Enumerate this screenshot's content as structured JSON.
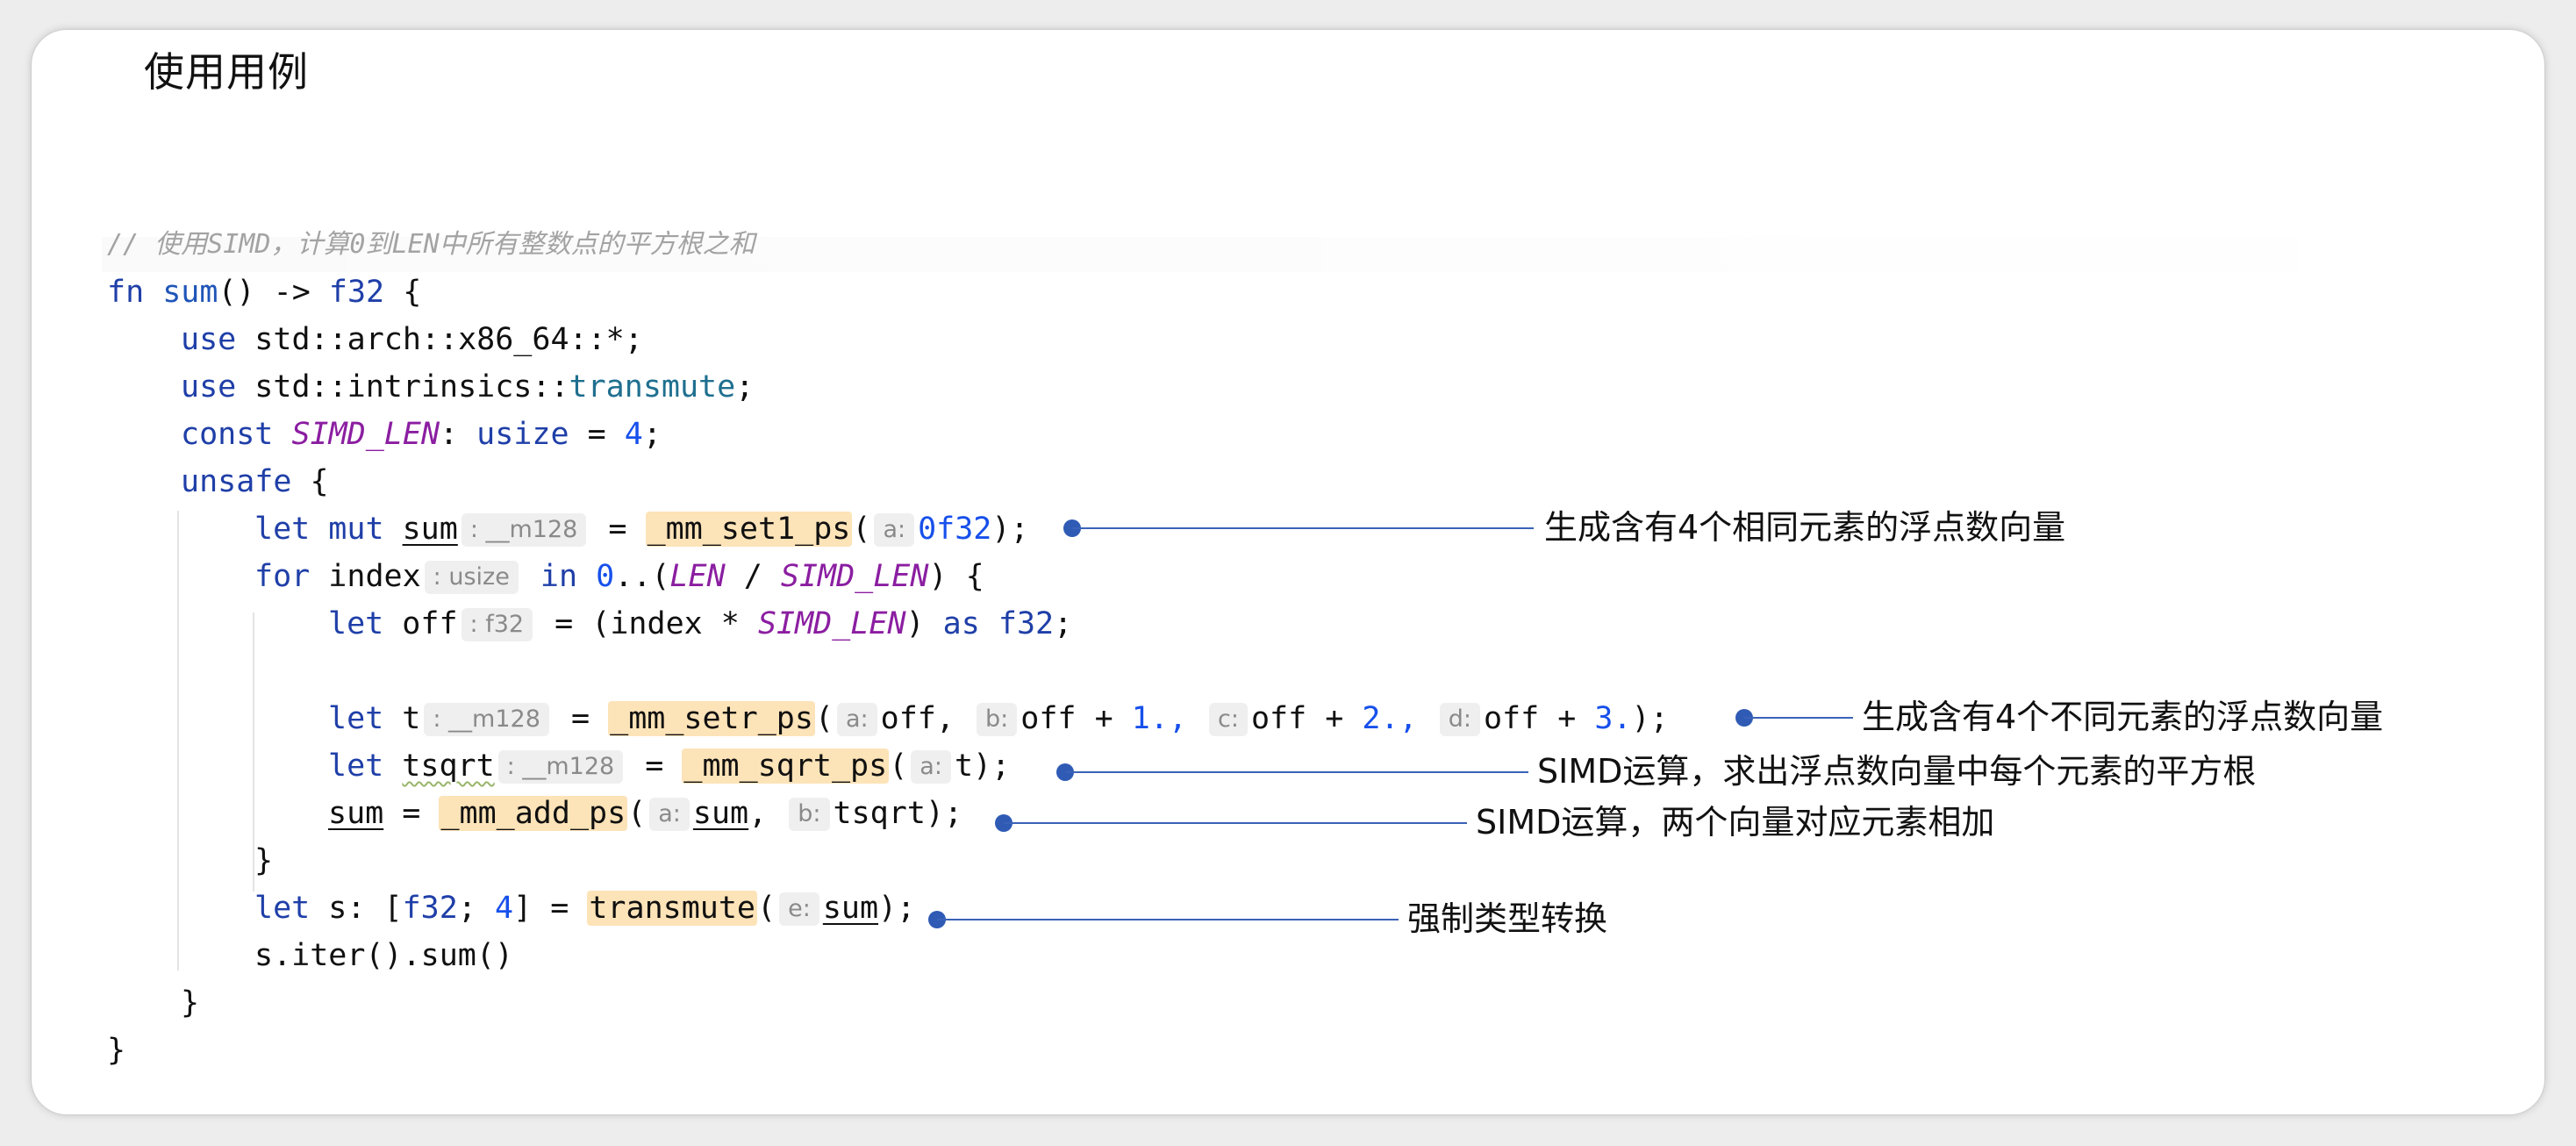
{
  "title": "使用用例",
  "code": {
    "comment": "// 使用SIMD，计算0到LEN中所有整数点的平方根之和",
    "l1": {
      "fn": "fn",
      "name": "sum",
      "rest": "() ->",
      "ret": "f32",
      "brace": "{"
    },
    "l2": {
      "kw": "use",
      "path": "std::arch::x86_64::*;"
    },
    "l3": {
      "kw": "use",
      "path": "std::intrinsics::",
      "item": "transmute",
      "end": ";"
    },
    "l4": {
      "kw": "const",
      "name": "SIMD_LEN",
      "colon": ":",
      "type": "usize",
      "eq": "=",
      "val": "4",
      "end": ";"
    },
    "l5": {
      "kw": "unsafe",
      "brace": "{"
    },
    "l6": {
      "let": "let",
      "mut": "mut",
      "var": "sum",
      "hint_type": ": __m128",
      "eq": "=",
      "call": "_mm_set1_ps",
      "open": "(",
      "hint_a": "a:",
      "arg": "0f32",
      "end": ");"
    },
    "l7": {
      "kw": "for",
      "var": "index",
      "hint_type": ": usize",
      "in": "in",
      "zero": "0",
      "range": "..(",
      "len": "LEN",
      "slash": "/",
      "simd": "SIMD_LEN",
      "close": ") {"
    },
    "l8": {
      "let": "let",
      "var": "off",
      "hint_type": ": f32",
      "eq": "= (index *",
      "simd": "SIMD_LEN",
      "close": ")",
      "as": "as",
      "type": "f32",
      "end": ";"
    },
    "l9": {
      "let": "let",
      "var": "t",
      "hint_type": ": __m128",
      "eq": "=",
      "call": "_mm_setr_ps",
      "open": "(",
      "hint_a": "a:",
      "arg_a": "off,",
      "hint_b": "b:",
      "arg_b": "off +",
      "num_b": "1.,",
      "hint_c": "c:",
      "arg_c": "off +",
      "num_c": "2.,",
      "hint_d": "d:",
      "arg_d": "off +",
      "num_d": "3.",
      "end": ");"
    },
    "l10": {
      "let": "let",
      "var": "tsqrt",
      "hint_type": ": __m128",
      "eq": "=",
      "call": "_mm_sqrt_ps",
      "open": "(",
      "hint_a": "a:",
      "arg": "t",
      "end": ");"
    },
    "l11": {
      "var": "sum",
      "eq": "=",
      "call": "_mm_add_ps",
      "open": "(",
      "hint_a": "a:",
      "arg_a": "sum",
      "comma": ",",
      "hint_b": "b:",
      "arg_b": "tsqrt",
      "end": ");"
    },
    "l12": {
      "brace": "}"
    },
    "l13": {
      "let": "let",
      "var": "s:",
      "type_open": "[",
      "type": "f32",
      "semi": ";",
      "num": "4",
      "type_close": "] =",
      "call": "transmute",
      "open": "(",
      "hint_e": "e:",
      "arg": "sum",
      "end": ");"
    },
    "l14": {
      "expr": "s.iter().sum()"
    },
    "l15": {
      "brace": "}"
    },
    "l16": {
      "brace": "}"
    }
  },
  "annotations": {
    "a1": "生成含有4个相同元素的浮点数向量",
    "a2": "生成含有4个不同元素的浮点数向量",
    "a3": "SIMD运算，求出浮点数向量中每个元素的平方根",
    "a4": "SIMD运算，两个向量对应元素相加",
    "a5": "强制类型转换"
  },
  "colors": {
    "keyword": "#1f3fa8",
    "constant": "#8b1ea1",
    "comment": "#a3a3a3",
    "highlight": "#fde3b8",
    "annotation_line": "#3a62b8"
  }
}
